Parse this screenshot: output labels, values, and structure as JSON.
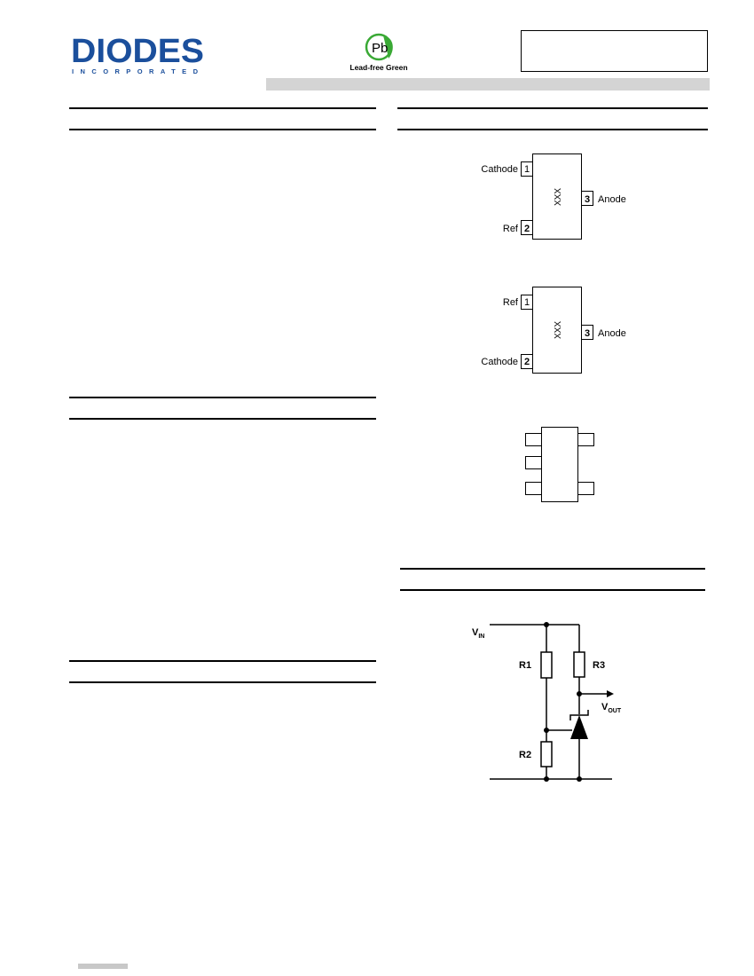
{
  "header": {
    "brand_name": "DIODES",
    "brand_subtitle": "INCORPORATED",
    "lead_free_badge": {
      "symbol": "Pb",
      "label": "Lead-free Green"
    }
  },
  "pinouts": [
    {
      "mark": "XXX",
      "pins": [
        {
          "number": "1",
          "name": "Cathode"
        },
        {
          "number": "2",
          "name": "Ref"
        },
        {
          "number": "3",
          "name": "Anode"
        }
      ]
    },
    {
      "mark": "XXX",
      "pins": [
        {
          "number": "1",
          "name": "Ref"
        },
        {
          "number": "2",
          "name": "Cathode"
        },
        {
          "number": "3",
          "name": "Anode"
        }
      ]
    }
  ],
  "circuit": {
    "vin": {
      "main": "V",
      "sub": "IN"
    },
    "vout": {
      "main": "V",
      "sub": "OUT"
    },
    "r1": "R1",
    "r2": "R2",
    "r3": "R3"
  },
  "colors": {
    "brand_blue": "#1b4f9c",
    "badge_green": "#3aa935",
    "band_grey": "#d4d4d4"
  }
}
